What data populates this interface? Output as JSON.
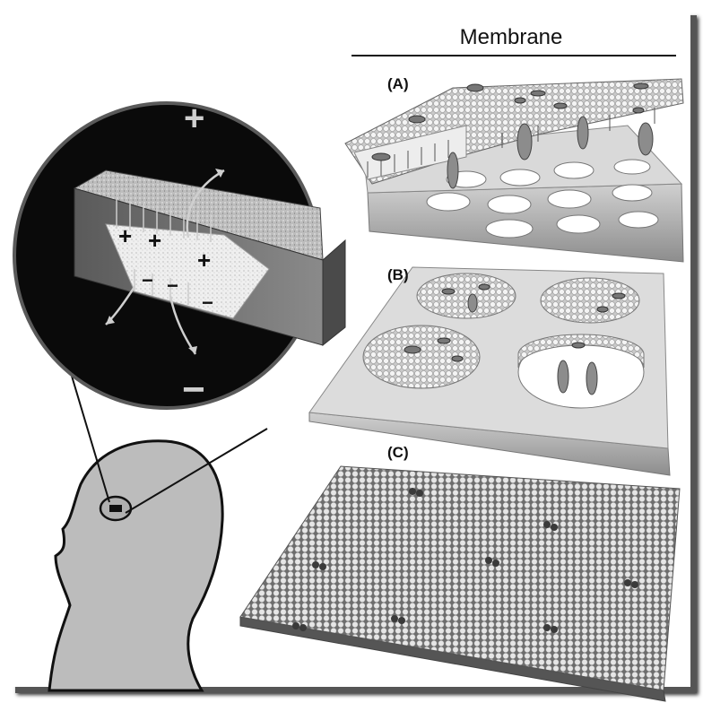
{
  "header": {
    "title": "Membrane"
  },
  "panels": [
    {
      "id": "A",
      "label": "(A)"
    },
    {
      "id": "B",
      "label": "(B)"
    },
    {
      "id": "C",
      "label": "(C)"
    }
  ],
  "magnifier": {
    "top_symbol": "+",
    "bottom_symbol": "−",
    "inner_plus": "+",
    "inner_minus": "−"
  },
  "colors": {
    "background": "#ffffff",
    "lens": "#0a0a0a",
    "membrane": "#d8d8d8",
    "head": "#b9b9b9"
  }
}
